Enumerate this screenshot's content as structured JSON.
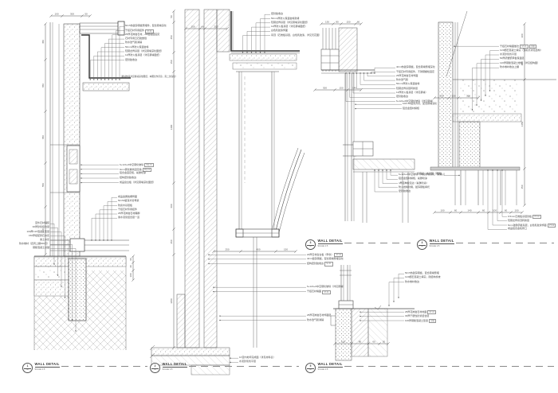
{
  "sheet": {
    "bg": "#ffffff",
    "ink": "#4a4a4a",
    "hatch": "#9a9a9a",
    "stipple": "#8f8f8f"
  },
  "titles": [
    {
      "num": "1",
      "ref": "ID",
      "label": "WALL DETAIL",
      "scale": "SCALE  1:5"
    },
    {
      "num": "2",
      "ref": "ID",
      "label": "WALL DETAIL",
      "scale": "SCALE  1:5"
    },
    {
      "num": "3",
      "ref": "ID",
      "label": "WALL DETAIL",
      "scale": "SCALE  1:5"
    },
    {
      "num": "4",
      "ref": "ID",
      "label": "WALL DETAIL",
      "scale": "SCALE  1:5"
    },
    {
      "num": "5",
      "ref": "ID",
      "label": "WALL DETAIL",
      "scale": "SCALE  1:5"
    }
  ],
  "panel1": {
    "top_annotations": [
      {
        "t": "50×5热镀锌钢板预埋件，配合幕墙深化"
      },
      {
        "t": "干挂石材专用挂件",
        "tag": "ST-01"
      },
      {
        "t": "25厚花岗岩石材，AB胶粘结固定"
      },
      {
        "t": "石材专用云石胶嵌缝"
      },
      {
        "t": "防水透气膜满铺"
      },
      {
        "t": "50mm厚防火保温岩棉"
      },
      {
        "t": "轻钢龙骨基层（详见幕墙深化图纸）"
      },
      {
        "t": "12厚防火板基层（详见幕墙图纸）"
      },
      {
        "t": "密封胶收边"
      }
    ],
    "note": "（幕墙体系详见幕墙深化图纸，本图仅作示意，需二次深化）",
    "mid_annotations": [
      {
        "t": "6+12A+6中空钢化玻璃",
        "tag": "MQ-01"
      },
      {
        "t": "6mm钢化玻璃固定扇",
        "tag": "MQ-02"
      },
      {
        "t": "铝合金固定框，氟碳喷涂"
      },
      {
        "t": "结构密封胶收边"
      },
      {
        "t": "成品窗台板（详见幕墙深化图纸）"
      }
    ],
    "mid2_annotations": [
      {
        "t": "成品金属格栅饰面"
      },
      {
        "t": "50×50镀锌方管骨架"
      },
      {
        "t": "防腐木基层板"
      },
      {
        "t": "干挂石材专用挂件"
      },
      {
        "t": "25厚花岗岩石材踢脚"
      },
      {
        "t": "素水泥浆结合层一道"
      }
    ],
    "left_annotations": [
      {
        "t": "室外石材铺装"
      },
      {
        "t": "30厚砂浆结合层"
      },
      {
        "t": "100厚C15混凝土垫层"
      },
      {
        "t": "150厚级配碎石夯实"
      },
      {
        "t": "素土夯实"
      },
      {
        "t": "防水卷材（四周上翻300高）"
      },
      {
        "t": "钢筋混凝土基础"
      }
    ],
    "dim_top": {
      "labels": [
        "100",
        "300",
        "50"
      ]
    },
    "dim_left": {
      "labels": [
        "450",
        "650",
        "650",
        "550",
        "600"
      ]
    },
    "dim_ground": {
      "labels": [
        "60",
        "40",
        "100"
      ]
    }
  },
  "panel2": {
    "top_annotations": [
      {
        "t": "密封胶收边"
      },
      {
        "t": "50mm厚防火保温岩棉封堵"
      },
      {
        "t": "轻钢龙骨基层（详见幕墙深化图纸）"
      },
      {
        "t": "12厚防火板基层（详见幕墙图纸）"
      },
      {
        "t": "白色乳胶漆饰面"
      },
      {
        "t": "吊顶（石膏板基层，白色乳胶漆，详见天花图）"
      }
    ],
    "right1": [
      {
        "t": "20厚石材窗台板（甲供）",
        "tag": "ST-02"
      },
      {
        "t": "40×4镀锌钢板，配合幕墙预埋深化"
      },
      {
        "t": "结构密封胶收边",
        "tag": "SL-01"
      }
    ],
    "right2": [
      {
        "t": "6+12A+6中空钢化玻璃（详见幕墙）"
      },
      {
        "t": "干挂石材墙面",
        "tag": "ST-01"
      }
    ],
    "right3": [
      {
        "t": "25厚花岗岩石材饰面层"
      },
      {
        "t": "防水透气膜满铺"
      }
    ],
    "bottom": [
      {
        "t": "1F室内地坪完成面（详见材料表）"
      },
      {
        "t": "水泥砂浆找平层"
      }
    ],
    "dim_left": {
      "labels": [
        "50",
        "450",
        "150",
        "1400",
        "600",
        "350",
        "1150"
      ]
    },
    "dim_wall": {
      "labels": [
        "100",
        "40",
        "200"
      ]
    },
    "dim_sill": {
      "labels": [
        "250",
        "400",
        "150"
      ]
    }
  },
  "panel3": {
    "right": [
      {
        "t": "40×4热镀锌钢板，配合幕墙预埋深化"
      },
      {
        "t": "干挂石材专用挂件，不锈钢螺栓固定"
      },
      {
        "t": "25厚花岗岩石材饰面"
      },
      {
        "t": "防水透气膜"
      },
      {
        "t": "50mm厚防火保温岩棉"
      },
      {
        "t": "轻钢龙骨基层转换层"
      },
      {
        "t": "12厚防火板基层（详见幕墙）"
      },
      {
        "t": "密封胶收边"
      },
      {
        "t": "6+12A+6中空钢化玻璃（详见幕墙）"
      }
    ],
    "mid": [
      {
        "t": "100×50镀锌方管，配合幕墙深化"
      },
      {
        "t": "铝合金型材横框"
      }
    ],
    "low": [
      {
        "t": "6+12A+6中空玻璃（详见幕墙深化，需确认）"
      },
      {
        "t": "铝合金型材横框，氟碳喷涂"
      },
      {
        "t": "4厚铝单板包边（氟碳喷涂）"
      },
      {
        "t": "防火岩棉封堵，镀锌钢板承托"
      },
      {
        "t": "密封胶收边"
      }
    ],
    "dim_top": {
      "labels": [
        "130",
        "80",
        "150",
        "60"
      ]
    },
    "dim_mid": {
      "labels": [
        "300",
        "150",
        "140"
      ]
    }
  },
  "panel4": {
    "right": [
      {
        "t": "干挂石材墙面做法",
        "tag": "ST-01",
        "tag2": "详图"
      },
      {
        "t": "C20细石混凝土填实（顶标高详见结构）"
      },
      {
        "t": "水泥砂浆找平层"
      },
      {
        "t": "50厚挤塑聚苯板保温层"
      },
      {
        "t": "120厚钢筋混凝土楼板（详见结构图）"
      },
      {
        "t": "防水卷材收边上翻"
      }
    ],
    "left_label": "窗帘盒，木基层（两侧）",
    "bottom": [
      {
        "t": "9.5mm石膏板基层封板",
        "tag": "PT-01"
      },
      {
        "t": "轻钢龙骨吊顶转换层"
      },
      {
        "t": "6mm硅酸钙板基层，白色乳胶漆饰面",
        "tag": "PT-02"
      },
      {
        "t": "成品铝合金检修口"
      }
    ],
    "dim_mid": {
      "labels": [
        "200",
        "100",
        "300"
      ]
    },
    "dim_bottom": {
      "labels": [
        "100",
        "60",
        "140",
        "60",
        "100",
        "60",
        "100"
      ]
    },
    "dim_right": {
      "labels": [
        "300",
        "400",
        "1450",
        "450"
      ]
    }
  },
  "panel5": {
    "up": [
      {
        "t": "50×5热镀锌钢板，配合幕墙预埋"
      },
      {
        "t": "C20细石混凝土填实，随结构找坡"
      },
      {
        "t": "防水卷材收边"
      }
    ],
    "low": [
      {
        "t": "25厚花岗岩石材地面",
        "tag": "ST-03"
      },
      {
        "t": "30厚干硬性砂浆结合层"
      },
      {
        "t": "100厚钢筋混凝土垫层",
        "tag": "详图"
      }
    ],
    "dim_bottom": {
      "labels": [
        "100",
        "80",
        "60",
        "50"
      ]
    }
  }
}
